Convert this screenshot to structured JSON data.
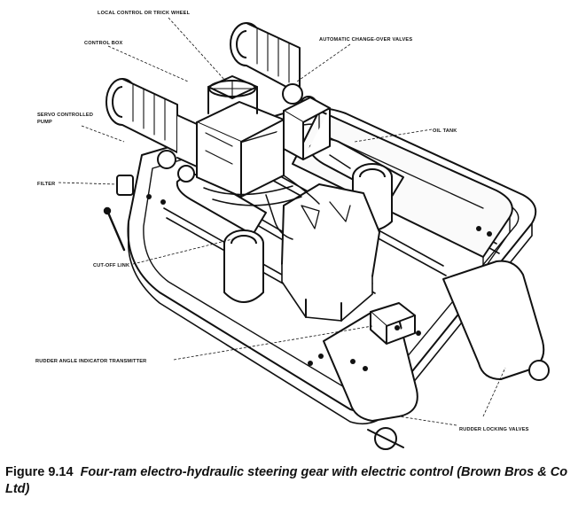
{
  "labels": {
    "local_control": "LOCAL CONTROL OR TRICK WHEEL",
    "control_box": "CONTROL BOX",
    "auto_changeover": "AUTOMATIC CHANGE-OVER VALVES",
    "servo_pump_line1": "SERVO CONTROLLED",
    "servo_pump_line2": "PUMP",
    "oil_tank": "OIL TANK",
    "filter": "FILTER",
    "cut_off_link": "CUT-OFF LINK",
    "rudder_angle": "RUDDER ANGLE INDICATOR TRANSMITTER",
    "rudder_locking": "RUDDER LOCKING VALVES"
  },
  "caption": {
    "number": "Figure 9.14",
    "text": "Four-ram electro-hydraulic steering gear with electric control (Brown Bros & Co Ltd)"
  }
}
